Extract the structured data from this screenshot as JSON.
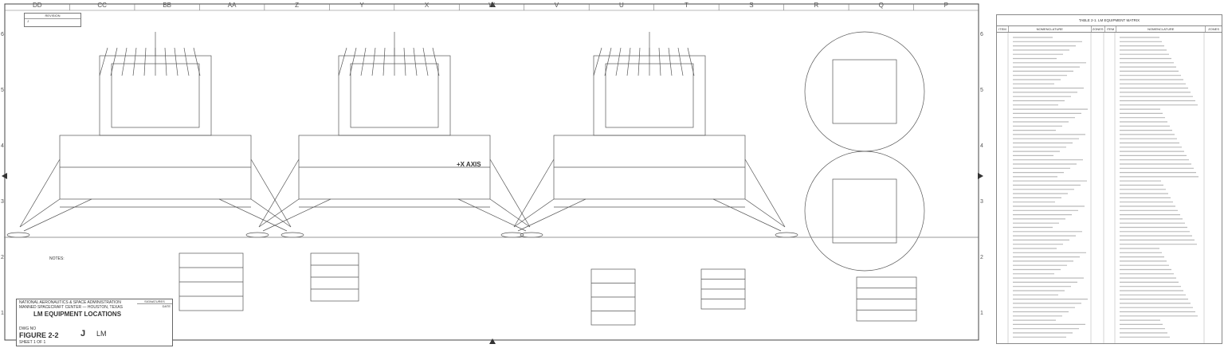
{
  "zones": [
    "DD",
    "CC",
    "BB",
    "AA",
    "Z",
    "Y",
    "X",
    "W",
    "V",
    "U",
    "T",
    "S",
    "R",
    "Q",
    "P"
  ],
  "rows": [
    "6",
    "5",
    "4",
    "3",
    "2",
    "1"
  ],
  "revision_block": {
    "header": "REVISION",
    "rev": "J"
  },
  "title_block": {
    "organization": "NATIONAL AERONAUTICS & SPACE ADMINISTRATION",
    "center": "MANNED SPACECRAFT CENTER — HOUSTON, TEXAS",
    "title": "LM EQUIPMENT LOCATIONS",
    "dwg_label": "DWG NO",
    "figure": "FIGURE 2-2",
    "rev": "J",
    "vehicle": "LM",
    "sheet": "SHEET 1 OF 1",
    "signatures_header": "SIGNATURES",
    "date_header": "DATE"
  },
  "labels": {
    "x_axis": "+X AXIS",
    "notes": "NOTES:"
  },
  "table": {
    "caption": "TABLE 2-1. LM EQUIPMENT MATRIX",
    "columns": [
      "ITEM",
      "NOMENCLATURE",
      "ZONES",
      "ITEM",
      "NOMENCLATURE",
      "ZONES"
    ]
  },
  "colors": {
    "line": "#444444",
    "paper": "#ffffff"
  }
}
